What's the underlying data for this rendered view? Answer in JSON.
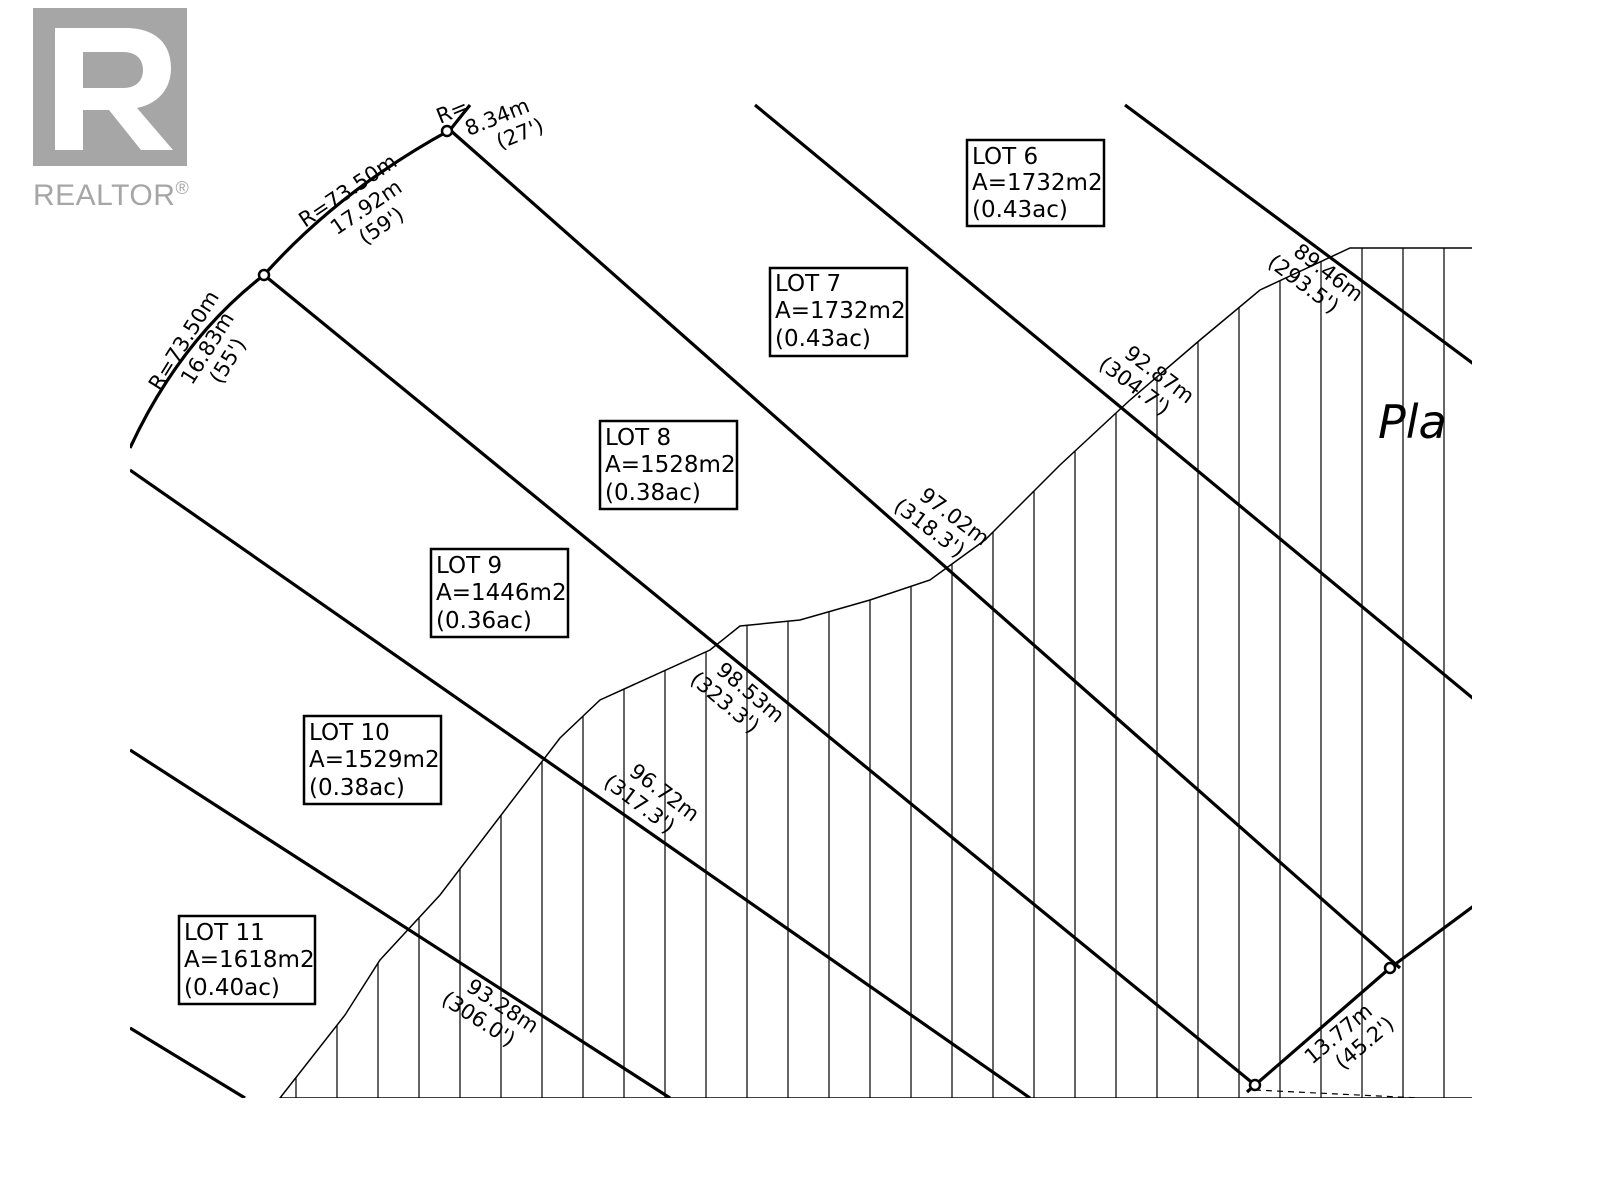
{
  "brand": {
    "name": "REALTOR",
    "registered": "®",
    "color": "#a6a6a6"
  },
  "lots": [
    {
      "name": "LOT 6",
      "area": "A=1732m2",
      "acres": "(0.43ac)"
    },
    {
      "name": "LOT 7",
      "area": "A=1732m2",
      "acres": "(0.43ac)"
    },
    {
      "name": "LOT 8",
      "area": "A=1528m2",
      "acres": "(0.38ac)"
    },
    {
      "name": "LOT 9",
      "area": "A=1446m2",
      "acres": "(0.36ac)"
    },
    {
      "name": "LOT 10",
      "area": "A=1529m2",
      "acres": "(0.38ac)"
    },
    {
      "name": "LOT 11",
      "area": "A=1618m2",
      "acres": "(0.40ac)"
    }
  ],
  "curve_dims": [
    {
      "lines": [
        "R=73.50m",
        "16.83m",
        "(55')"
      ]
    },
    {
      "lines": [
        "R=73.50m",
        "17.92m",
        "(59')"
      ]
    },
    {
      "lines": [
        "R=",
        "8.34m",
        "(27')"
      ]
    }
  ],
  "line_dims": [
    {
      "metric": "89.46m",
      "imperial": "(293.5')"
    },
    {
      "metric": "92.87m",
      "imperial": "(304.7')"
    },
    {
      "metric": "97.02m",
      "imperial": "(318.3')"
    },
    {
      "metric": "98.53m",
      "imperial": "(323.3')"
    },
    {
      "metric": "96.72m",
      "imperial": "(317.3')"
    },
    {
      "metric": "93.28m",
      "imperial": "(306.0')"
    },
    {
      "metric": "13.77m",
      "imperial": "(45.2')"
    }
  ],
  "plan_word": "Pla"
}
